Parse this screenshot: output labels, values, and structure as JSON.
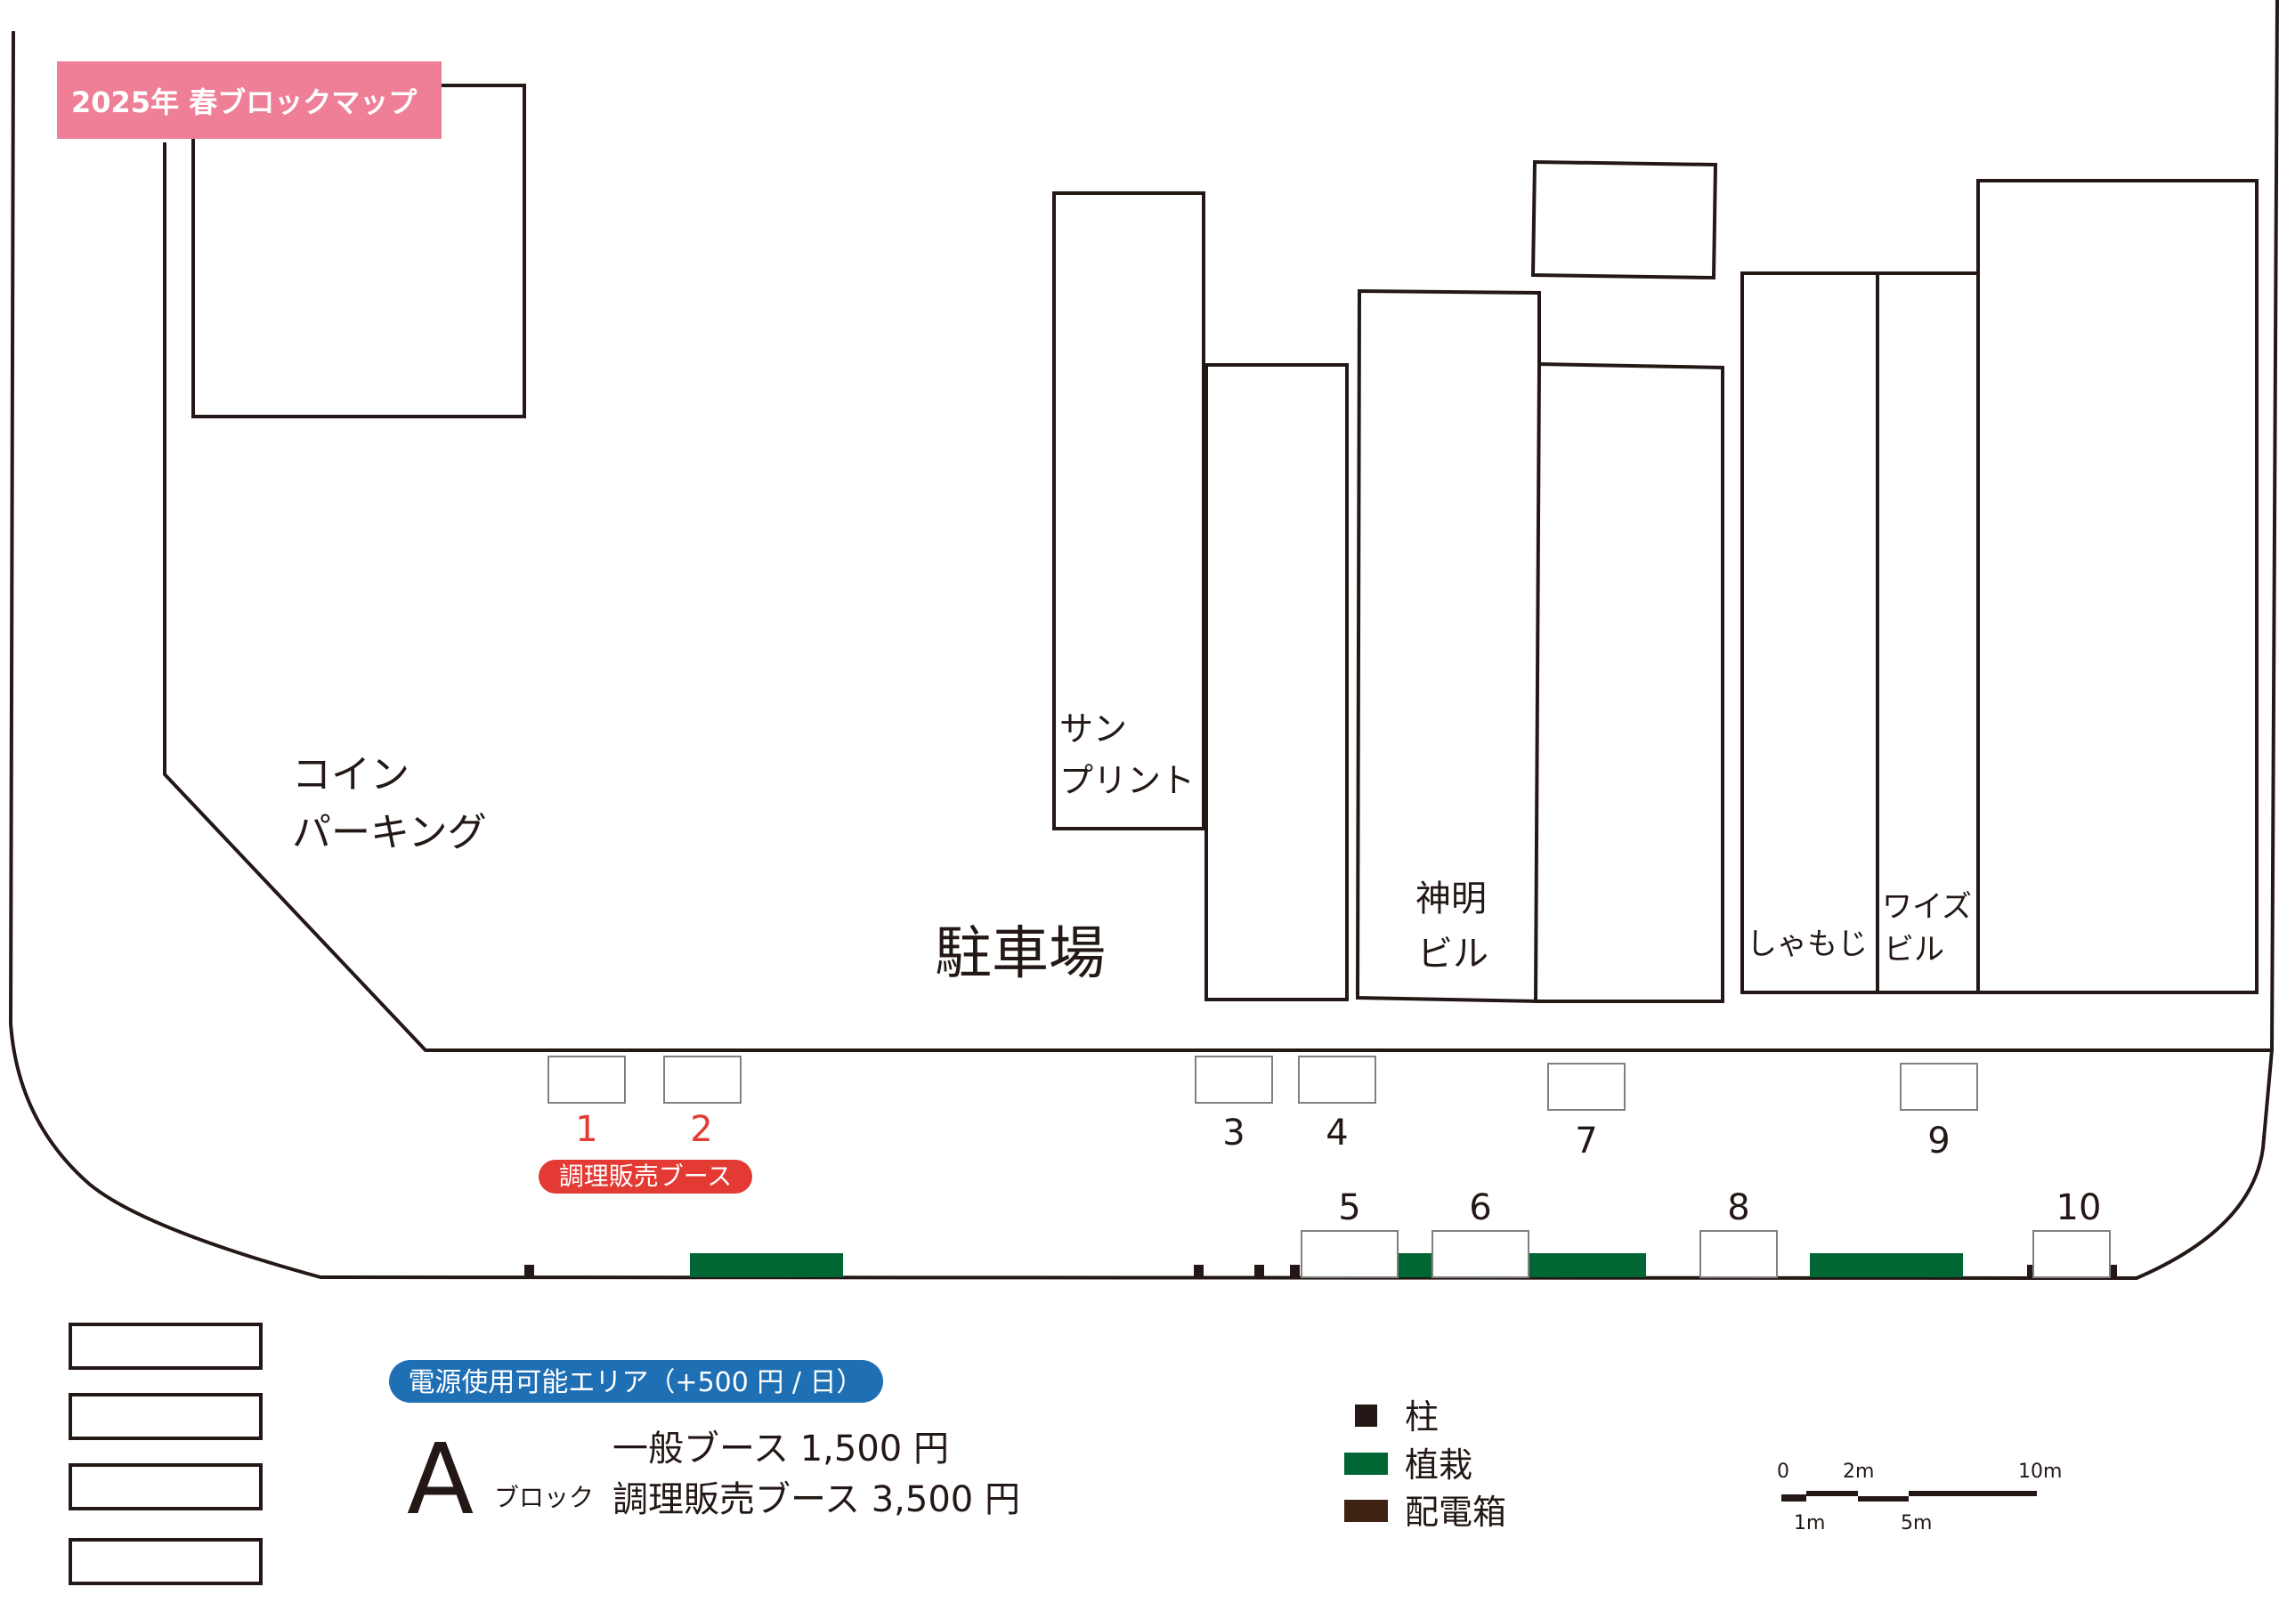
{
  "map_title": "2025年 春ブロックマップ",
  "colors": {
    "title_badge": "#ee7f96",
    "cooking_badge": "#e33a33",
    "power_badge": "#1f6fb5",
    "cooking_number": "#e33a33",
    "planting": "#006634",
    "pillar": "#231815",
    "distribution_box": "#3e2313",
    "outline": "#231815"
  },
  "areas": {
    "coin_parking_line1": "コイン",
    "coin_parking_line2": "パーキング",
    "parking_lot": "駐車場",
    "sun_print_line1": "サン",
    "sun_print_line2": "プリント",
    "shinmei_line1": "神明",
    "shinmei_line2": "ビル",
    "shamoji": "しゃもじ",
    "waizu_line1": "ワイズ",
    "waizu_line2": "ビル"
  },
  "booths": [
    "1",
    "2",
    "3",
    "4",
    "5",
    "6",
    "7",
    "8",
    "9",
    "10"
  ],
  "cooking_booth_numbers": [
    "1",
    "2"
  ],
  "cooking_badge_label": "調理販売ブース",
  "power_badge_label": "電源使用可能エリア（+500 円 / 日）",
  "block": {
    "letter": "A",
    "suffix": "ブロック",
    "general_booth": "一般ブース 1,500 円",
    "cooking_booth": "調理販売ブース 3,500 円"
  },
  "legend": [
    {
      "label": "柱",
      "icon": "pillar-icon"
    },
    {
      "label": "植栽",
      "icon": "planting-icon"
    },
    {
      "label": "配電箱",
      "icon": "distribution-box-icon"
    }
  ],
  "scale_bar": {
    "top_labels": [
      "0",
      "2m",
      "10m"
    ],
    "bottom_labels": [
      "1m",
      "5m"
    ]
  }
}
